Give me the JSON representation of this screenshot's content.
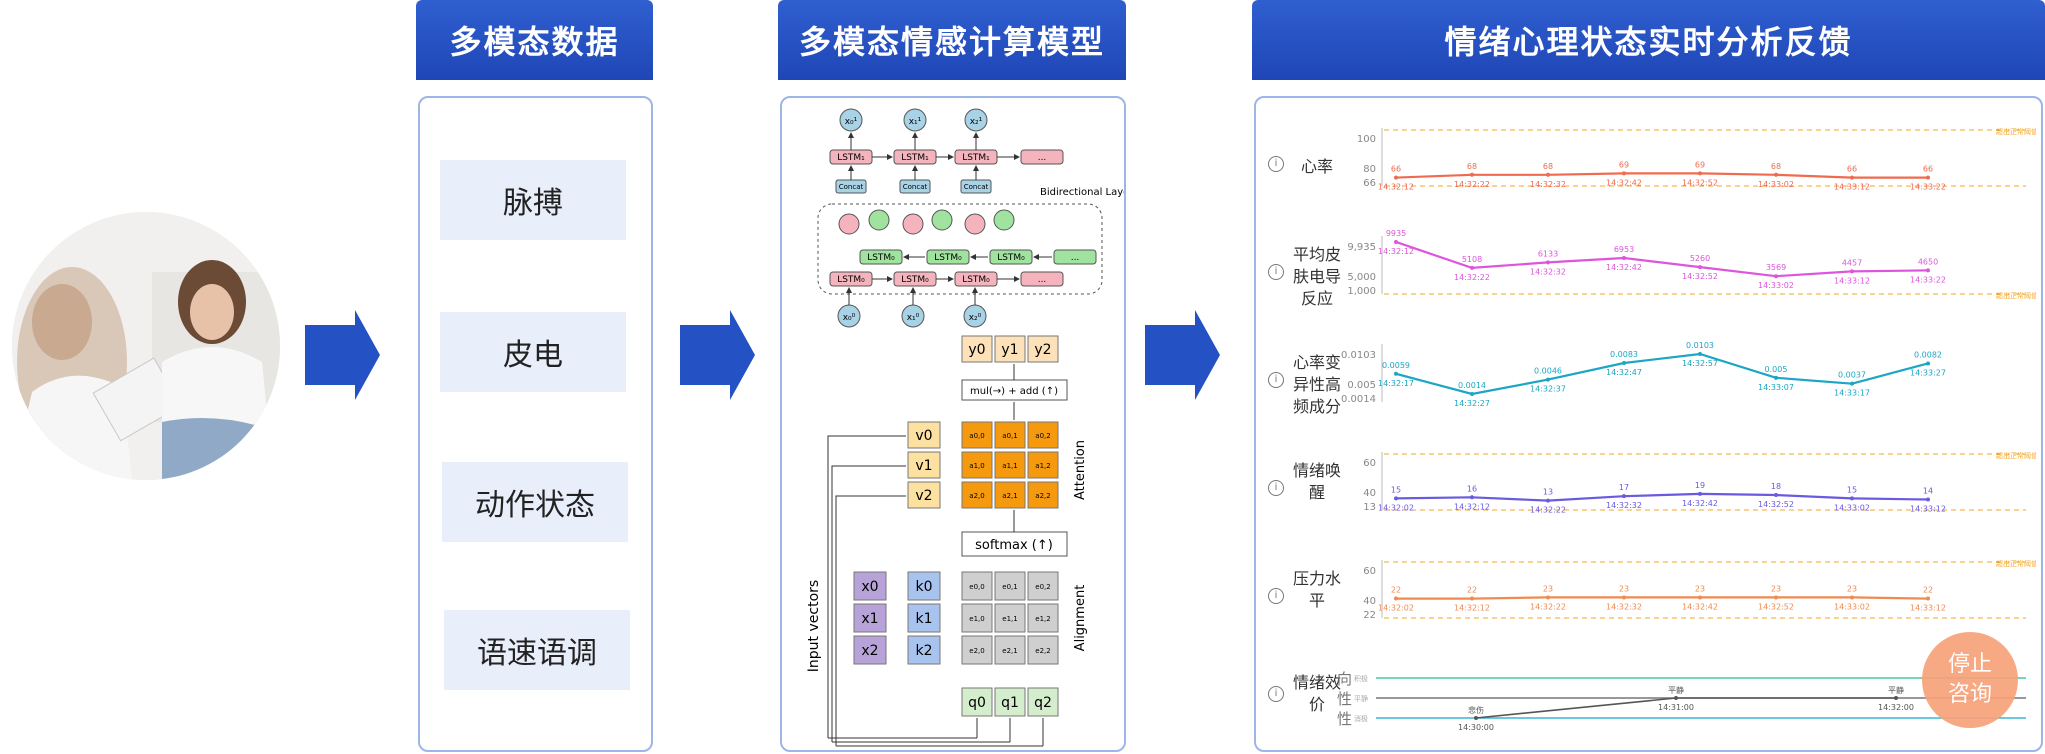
{
  "headers": {
    "data": "多模态数据",
    "model": "多模态情感计算模型",
    "feedback": "情绪心理状态实时分析反馈"
  },
  "data_items": [
    "脉搏",
    "皮电",
    "动作状态",
    "语速语调"
  ],
  "model_diagram": {
    "top": {
      "outputs": [
        "x₀¹",
        "x₁¹",
        "x₂¹"
      ],
      "lstm_top": "LSTM₁",
      "concat": "Concat",
      "bidir_label": "Bidirectional Layer",
      "lstm_b": "LSTM₀",
      "lstm_f": "LSTM₀",
      "inputs": [
        "x₀⁰",
        "x₁⁰",
        "x₂⁰"
      ],
      "more": "..."
    },
    "bottom": {
      "outputs": [
        "y0",
        "y1",
        "y2"
      ],
      "mul_add": "mul(→) + add (↑)",
      "values": [
        "v0",
        "v1",
        "v2"
      ],
      "attention_label": "Attention",
      "softmax": "softmax (↑)",
      "keys": [
        "k0",
        "k1",
        "k2"
      ],
      "xs": [
        "x0",
        "x1",
        "x2"
      ],
      "alignment_label": "Alignment",
      "queries": [
        "q0",
        "q1",
        "q2"
      ],
      "input_vectors_label": "Input vectors",
      "attn_cells": [
        "a0,0",
        "a0,1",
        "a0,2",
        "a1,0",
        "a1,1",
        "a1,2",
        "a2,0",
        "a2,1",
        "a2,2"
      ],
      "align_cells": [
        "e0,0",
        "e0,1",
        "e0,2",
        "e1,0",
        "e1,1",
        "e1,2",
        "e2,0",
        "e2,1",
        "e2,2"
      ]
    }
  },
  "colors": {
    "header": "#2452c4",
    "arrow": "#2452c4",
    "border": "#9db5e8",
    "stop": "#f7a27a"
  },
  "feedback_rows": [
    {
      "label": "心率",
      "yticks": [
        "100",
        "80",
        "66"
      ],
      "ref": "超出正常阈值",
      "color": "#f06a4f",
      "values": [
        66,
        68,
        68,
        69,
        69,
        68,
        66,
        66
      ],
      "times": [
        "14:32:12",
        "14:32:22",
        "14:32:32",
        "14:32:42",
        "14:32:52",
        "14:33:02",
        "14:33:12",
        "14:33:22"
      ]
    },
    {
      "label": "平均皮肤电导反应",
      "yticks": [
        "9,935",
        "5,000",
        "1,000"
      ],
      "ref": "超出正常阈值",
      "color": "#dd55dd",
      "values": [
        9935,
        5108,
        6133,
        6953,
        5260,
        3569,
        4457,
        4650
      ],
      "times": [
        "14:32:12",
        "14:32:22",
        "14:32:32",
        "14:32:42",
        "14:32:52",
        "14:33:02",
        "14:33:12",
        "14:33:22"
      ]
    },
    {
      "label": "心率变异性高频成分",
      "yticks": [
        "0.0103",
        "0.005",
        "0.0014"
      ],
      "ref": "",
      "color": "#1aa6c4",
      "values": [
        0.0059,
        0.0014,
        0.0046,
        0.0083,
        0.0103,
        0.005,
        0.0037,
        0.0082
      ],
      "times": [
        "14:32:17",
        "14:32:27",
        "14:32:37",
        "14:32:47",
        "14:32:57",
        "14:33:07",
        "14:33:17",
        "14:33:27"
      ]
    },
    {
      "label": "情绪唤醒",
      "yticks": [
        "60",
        "40",
        "13"
      ],
      "ref": "超出正常阈值",
      "color": "#6a5adf",
      "values": [
        15,
        16,
        13,
        17,
        19,
        18,
        15,
        14
      ],
      "times": [
        "14:32:02",
        "14:32:12",
        "14:32:22",
        "14:32:32",
        "14:32:42",
        "14:32:52",
        "14:33:02",
        "14:33:12"
      ]
    },
    {
      "label": "压力水平",
      "yticks": [
        "60",
        "40",
        "22"
      ],
      "ref": "超出正常阈值",
      "color": "#f08a4f",
      "values": [
        22,
        22,
        23,
        23,
        23,
        23,
        23,
        22
      ],
      "times": [
        "14:32:02",
        "14:32:12",
        "14:32:22",
        "14:32:32",
        "14:32:42",
        "14:32:52",
        "14:33:02",
        "14:33:12"
      ]
    }
  ],
  "valence": {
    "label": "情绪效价",
    "levels": [
      "正向",
      "中性",
      "负性"
    ],
    "small_levels": [
      "积极",
      "平静",
      "消极"
    ],
    "points": [
      {
        "t": "14:30:00",
        "v": "悲伤"
      },
      {
        "t": "14:31:00",
        "v": "平静"
      },
      {
        "t": "14:32:00",
        "v": "平静"
      }
    ]
  },
  "stop_button": "停止咨询",
  "info_icon": "i"
}
